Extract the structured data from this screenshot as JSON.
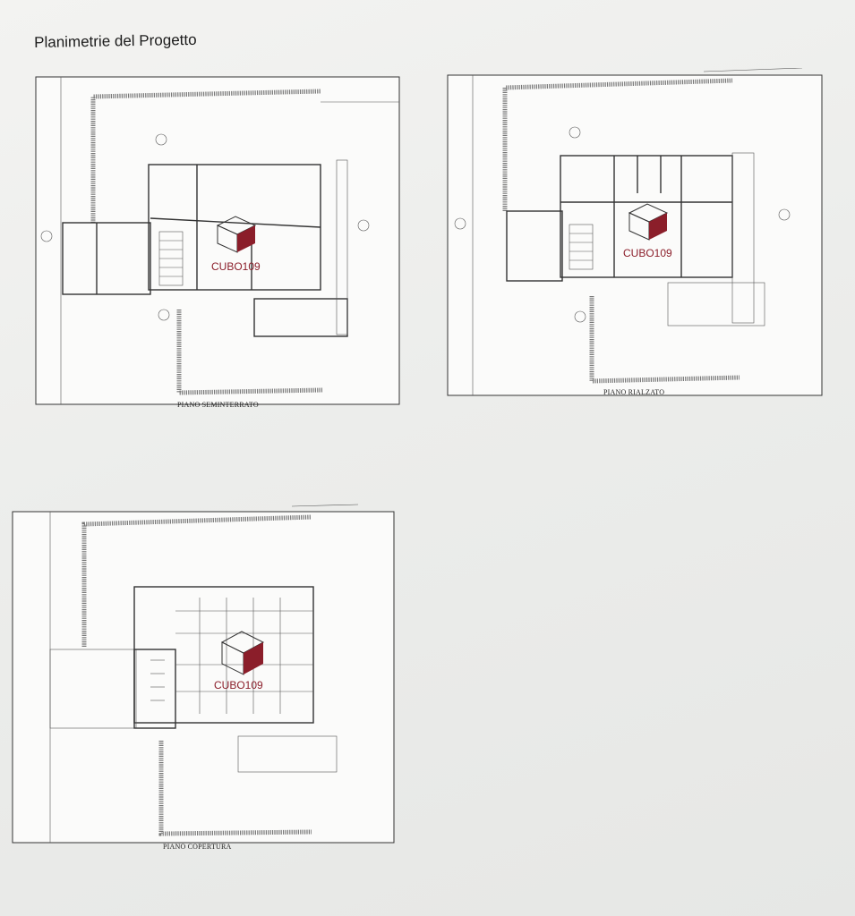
{
  "page": {
    "title": "Planimetrie del Progetto"
  },
  "plans": [
    {
      "caption": "PIANO SEMINTERRATO",
      "cube_label": "CUBO109"
    },
    {
      "caption": "PIANO RIALZATO",
      "cube_label": "CUBO109"
    },
    {
      "caption": "PIANO COPERTURA",
      "cube_label": "CUBO109"
    }
  ],
  "colors": {
    "cube_accent": "#8b1e2a",
    "line": "#333333"
  }
}
